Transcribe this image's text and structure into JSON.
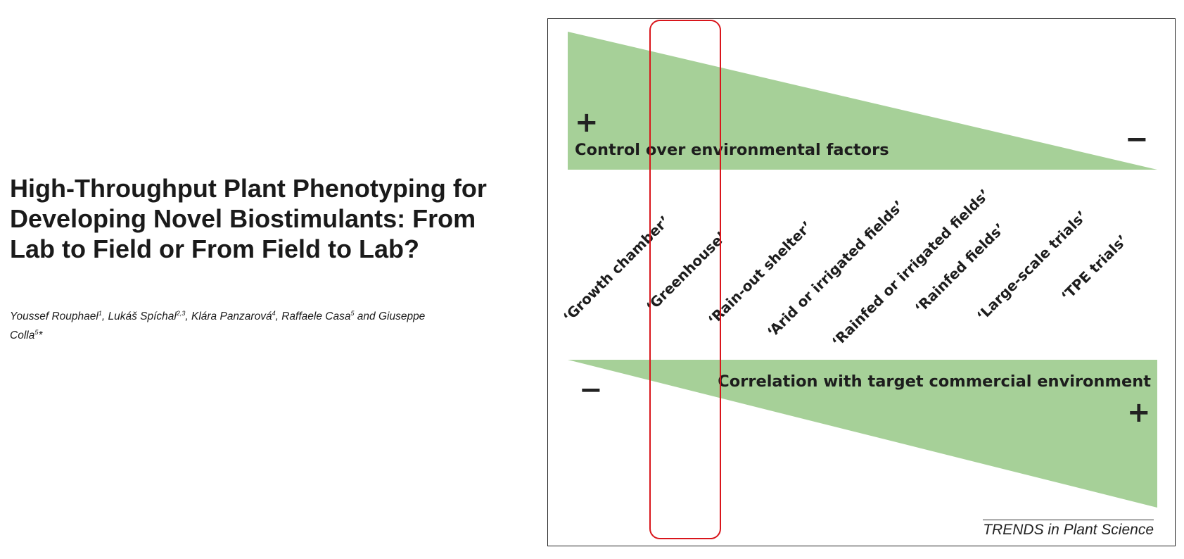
{
  "article": {
    "title": "High-Throughput Plant Phenotyping for Developing Novel Biostimulants: From Lab to Field or From Field to Lab?",
    "authors": [
      {
        "name": "Youssef Rouphael",
        "affil": "1",
        "sep": ", "
      },
      {
        "name": "Lukáš Spíchal",
        "affil": "2,3",
        "sep": ", "
      },
      {
        "name": "Klára Panzarová",
        "affil": "4",
        "sep": ", "
      },
      {
        "name": "Raffaele Casa",
        "affil": "5",
        "sep": " and "
      },
      {
        "name": "Giuseppe Colla",
        "affil": "5",
        "sep": "*"
      }
    ]
  },
  "figure": {
    "top_wedge": {
      "label": "Control over environmental factors",
      "high_sign": "+",
      "low_sign": "−",
      "color": "#a6d098"
    },
    "bottom_wedge": {
      "label": "Correlation with target commercial environment",
      "high_sign": "+",
      "low_sign": "−",
      "color": "#a6d098"
    },
    "environments": [
      "‘Growth chamber’",
      "‘Greenhouse’",
      "‘Rain-out shelter’",
      "‘Arid or irrigated fields’",
      "‘Rainfed or irrigated fields’",
      "‘Rainfed fields’",
      "‘Large-scale trials’",
      "‘TPE trials’"
    ],
    "highlighted_environment": "‘Greenhouse’",
    "highlight_color": "#d9161c",
    "credit": "TRENDS in Plant Science"
  }
}
